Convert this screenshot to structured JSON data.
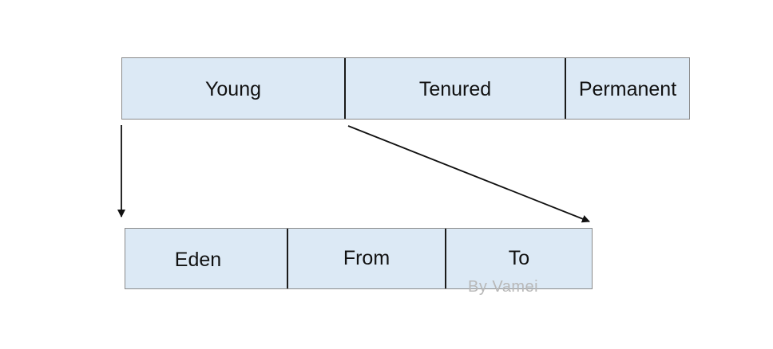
{
  "top_bar": {
    "cells": [
      "Young",
      "Tenured",
      "Permanent"
    ]
  },
  "bottom_bar": {
    "cells": [
      "Eden",
      "From",
      "To"
    ]
  },
  "watermark": "By Vamei",
  "colors": {
    "cell_fill": "#dce9f5",
    "cell_border": "#8a8a8a",
    "divider": "#1a1a1a",
    "arrow": "#111111",
    "watermark": "#b8b8b8"
  }
}
